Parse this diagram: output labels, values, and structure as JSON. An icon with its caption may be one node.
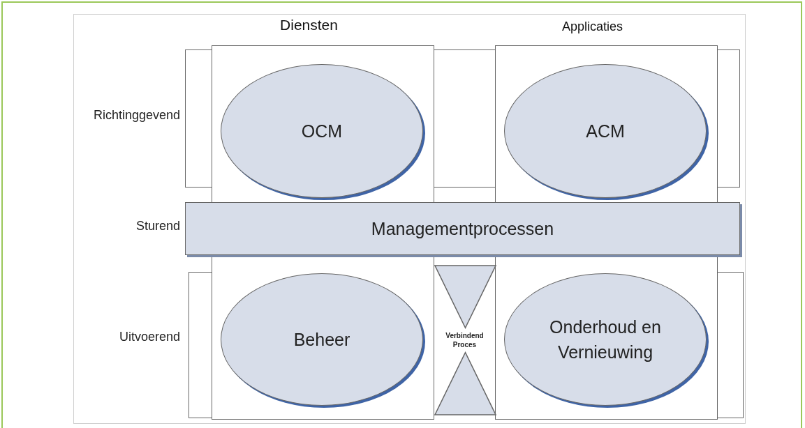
{
  "diagram": {
    "nodes": [
      {
        "text": [
          "Diensten"
        ]
      },
      {
        "text": [
          "OCM"
        ],
        "in": 0
      },
      {
        "text": [
          "Applicaties"
        ]
      },
      {
        "text": [
          "ACM"
        ],
        "in": 2
      },
      {
        "text": [
          "Managementprocessen"
        ]
      },
      {
        "text": [
          "Beheer"
        ],
        "in": 0
      },
      {
        "text": [
          "Verbindend Proces"
        ]
      },
      {
        "text": [
          "Onderhoud en Vernieuwing"
        ],
        "in": 2
      }
    ],
    "labels": [
      "Richtinggevend",
      "Sturend",
      "Uitvoerend"
    ]
  }
}
